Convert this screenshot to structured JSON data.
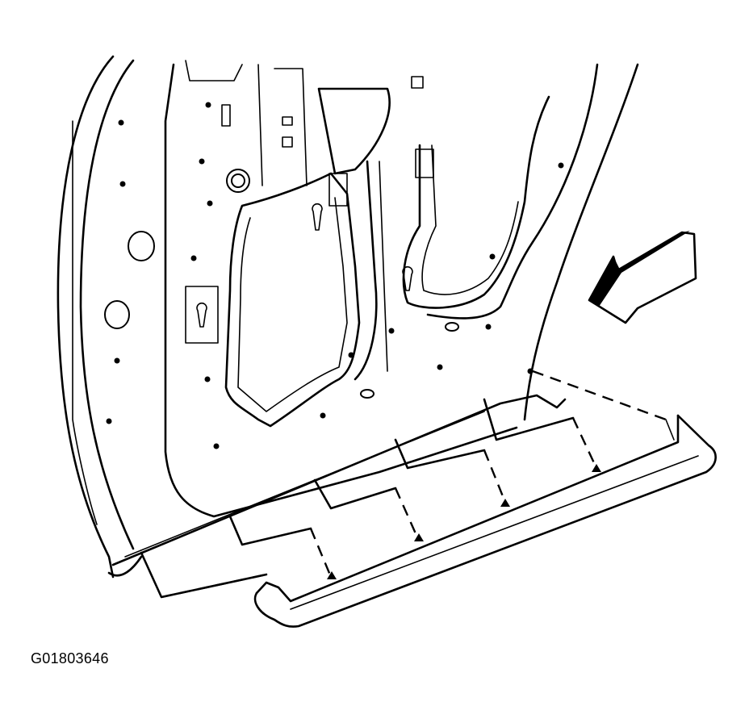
{
  "figure": {
    "id_label": "G01803646"
  },
  "parts": [
    {
      "name": "door-opening-body-panel"
    },
    {
      "name": "rocker-sill-molding"
    },
    {
      "name": "retainer-clips"
    },
    {
      "name": "view-direction-arrow"
    }
  ],
  "colors": {
    "line": "#000000",
    "background": "#ffffff"
  }
}
